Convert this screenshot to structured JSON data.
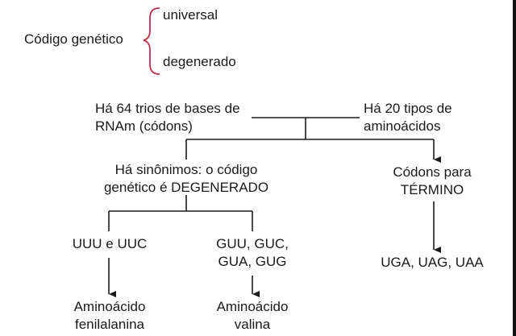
{
  "codigo": {
    "label": "Código genético",
    "option_1": "universal",
    "option_2": "degenerado",
    "brace_color": "#c0304a"
  },
  "top": {
    "left_line1": "Há 64 trios de bases de",
    "left_line2": "RNAm (códons)",
    "right_line1": "Há 20 tipos de",
    "right_line2": "aminoácidos"
  },
  "middle": {
    "left_line1": "Há sinônimos: o código",
    "left_line2": "genético é DEGENERADO",
    "right_line1": "Códons para",
    "right_line2": "TÉRMINO"
  },
  "bottom": {
    "a": "UUU e UUC",
    "b_line1": "GUU, GUC,",
    "b_line2": "GUA, GUG",
    "c": "UGA, UAG, UAA"
  },
  "results": {
    "a_line1": "Aminoácido",
    "a_line2": "fenilalanina",
    "b_line1": "Aminoácido",
    "b_line2": "valina"
  },
  "colors": {
    "line": "#1a1a1a",
    "text": "#1a1a1a"
  }
}
